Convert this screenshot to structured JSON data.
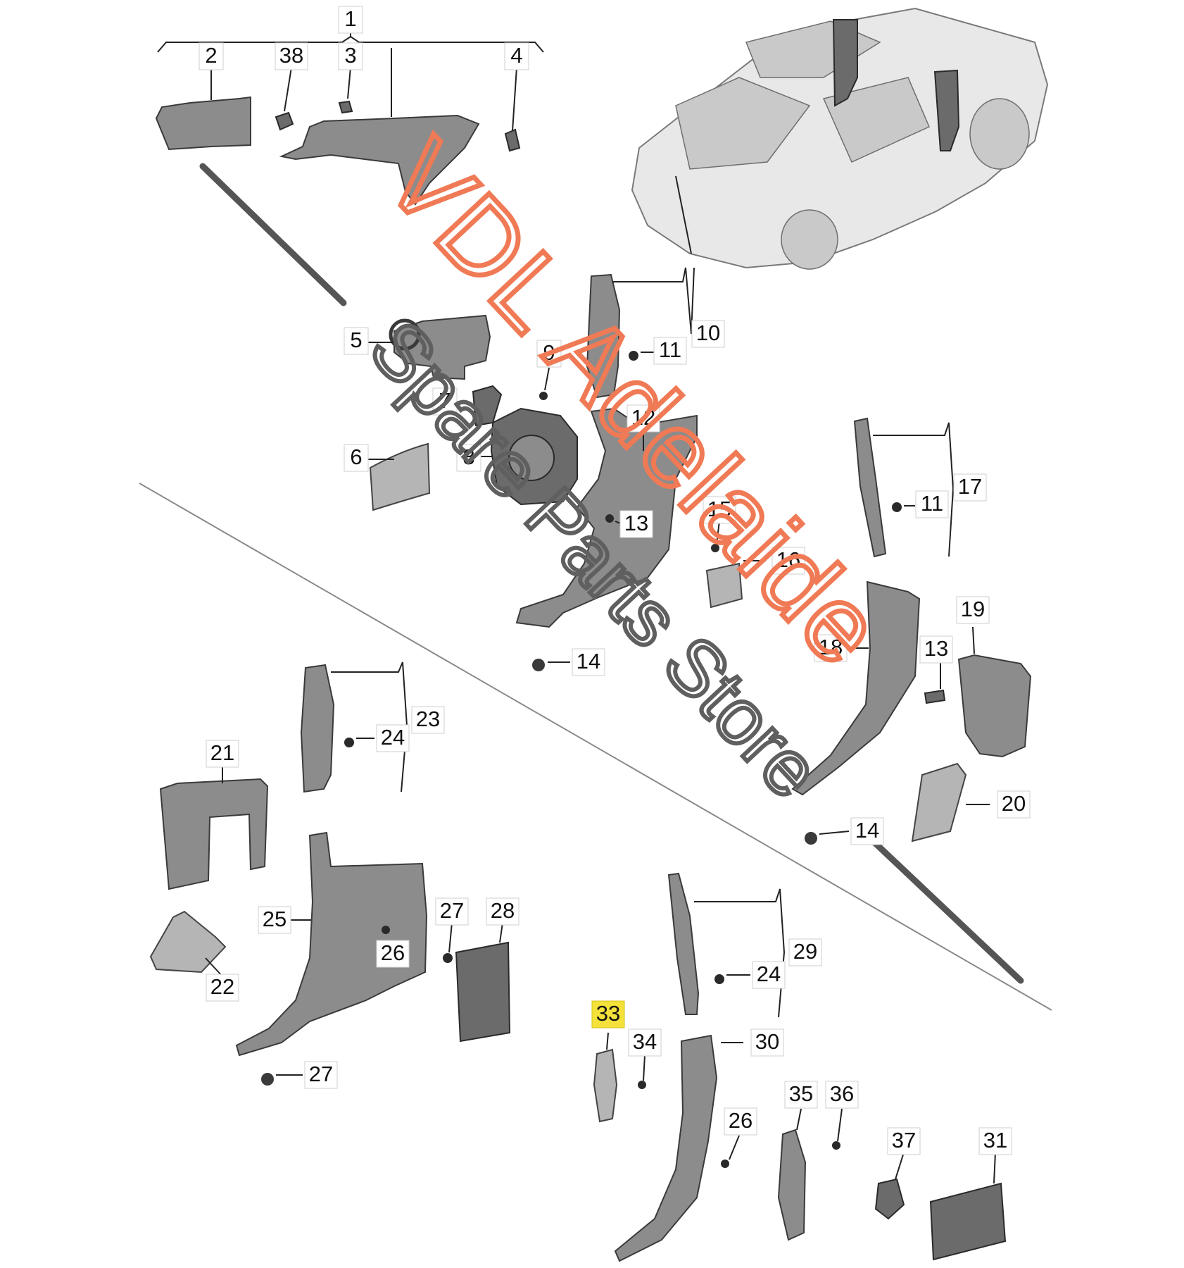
{
  "labels": [
    "1",
    "2",
    "38",
    "3",
    "4",
    "5",
    "6",
    "7",
    "8",
    "9",
    "10",
    "11",
    "12",
    "13",
    "14",
    "15",
    "16",
    "17",
    "18",
    "19",
    "20",
    "21",
    "22",
    "23",
    "24",
    "25",
    "26",
    "27",
    "28",
    "29",
    "30",
    "31",
    "33",
    "34",
    "35",
    "36",
    "37"
  ],
  "highlighted_label": "33",
  "watermark": {
    "brand": "VDL Adelaide",
    "tagline": "Spare Parts Store"
  },
  "colors": {
    "watermark_red": "#f07a55",
    "watermark_grey": "#5f5f5f",
    "highlight": "#f4e23a"
  }
}
